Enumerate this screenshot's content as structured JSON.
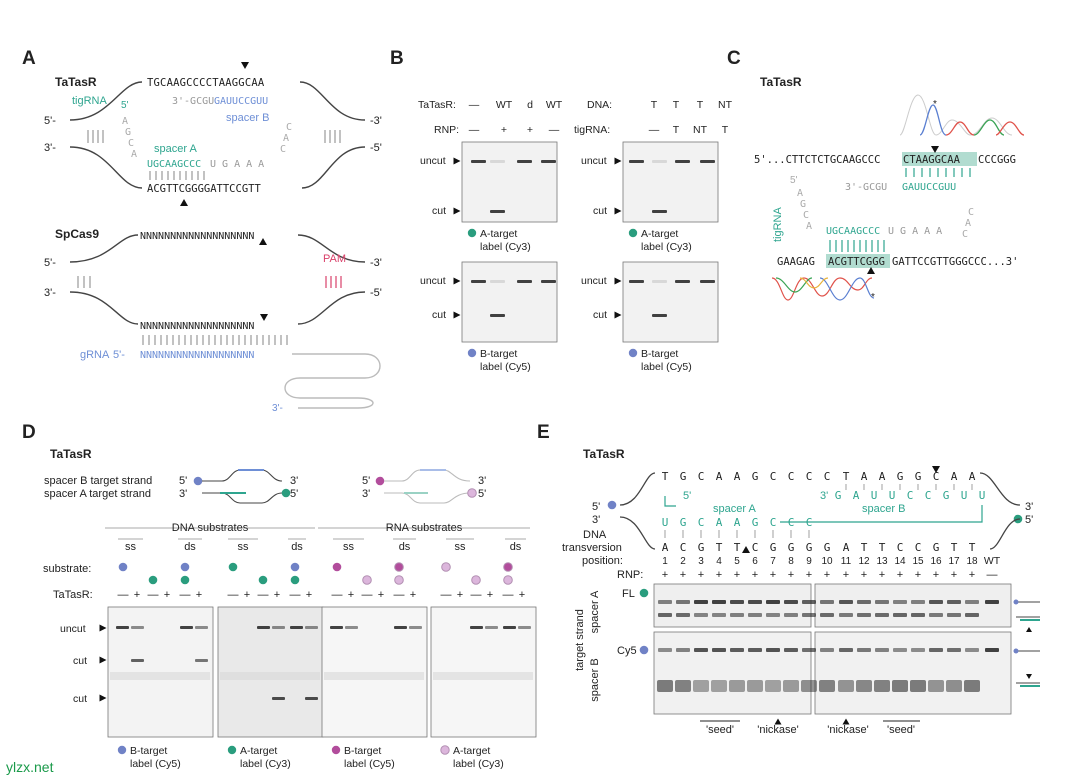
{
  "panels": {
    "A": "A",
    "B": "B",
    "C": "C",
    "D": "D",
    "E": "E"
  },
  "colors": {
    "teal": "#2ea58f",
    "blue": "#6e8fd6",
    "pam": "#d9416a",
    "gray": "#9a9a9a",
    "purple": "#b24d9c",
    "lightpurple": "#dcb6dc",
    "cy5dot": "#7082c6",
    "cy3dot": "#2a9d7e",
    "gel": "#f2f2f2"
  },
  "A": {
    "tatasr_title": "TaTasR",
    "tigrna": "tigRNA",
    "five_prime_small": "5'",
    "top_seq": "TGCAAGCCCCTAAGGCAA",
    "spacerB_gray": "3'-GCGU",
    "spacerB_blue": "GAUUCCGUU",
    "spacerB_label": "spacer B",
    "left5": "5'-",
    "left3": "3'-",
    "right3": "-3'",
    "right5": "-5'",
    "loop_left": [
      "A",
      "G",
      "C",
      "A"
    ],
    "loop_right": [
      "C",
      "A",
      "C"
    ],
    "spacerA_label": "spacer A",
    "spacerA_teal": "UGCAAGCCC",
    "spacerA_gray": "U G A A A",
    "bottom_seq": "ACGTTCGGGGATTCCGTT",
    "spcas9_title": "SpCas9",
    "n_top": "NNNNNNNNNNNNNNNNNNN",
    "pam": "PAM",
    "n_bottom": "NNNNNNNNNNNNNNNNNNN",
    "grna": "gRNA",
    "grna5": "5'-",
    "n_grna": "NNNNNNNNNNNNNNNNNNN",
    "three_prime": "3'-"
  },
  "B": {
    "tatasr_label": "TaTasR:",
    "tatasr_vals": [
      "—",
      "WT",
      "d",
      "WT"
    ],
    "rnp_label": "RNP:",
    "rnp_vals": [
      "—",
      "+",
      "+",
      "—"
    ],
    "dna_label": "DNA:",
    "dna_vals": [
      "T",
      "T",
      "T",
      "NT"
    ],
    "tig_label": "tigRNA:",
    "tig_vals": [
      "—",
      "T",
      "NT",
      "T"
    ],
    "uncut": "uncut",
    "cut": "cut",
    "captions": [
      {
        "l1": "A-target",
        "l2": "label (Cy3)"
      },
      {
        "l1": "A-target",
        "l2": "label (Cy3)"
      },
      {
        "l1": "B-target",
        "l2": "label (Cy5)"
      },
      {
        "l1": "B-target",
        "l2": "label (Cy5)"
      }
    ]
  },
  "C": {
    "title": "TaTasR",
    "top_line": "5'...CTTCTCTGCAAGCCCCTAAGGCAACCCGGG",
    "top_prefix": "5'...CTTCTCTGCAAGCCC",
    "top_hl": "CTAAGGCAA",
    "top_suffix": "CCCGGG",
    "spB_gray": "3'-GCGU",
    "spB_teal": "GAUUCCGUU",
    "five": "5'",
    "loop_left": [
      "A",
      "G",
      "C",
      "A"
    ],
    "loop_right": [
      "C",
      "A",
      "C"
    ],
    "tigrna": "tigRNA",
    "spA_teal": "UGCAAGCCC",
    "spA_gray": "U G A A A",
    "bot_prefix": "GAAGAG",
    "bot_hl": "ACGTTCGGG",
    "bot_suffix": "GATTCCGTTGGGCCC...3'",
    "star": "*"
  },
  "D": {
    "title": "TaTasR",
    "lab_b": "spacer B target strand",
    "lab_a": "spacer A target strand",
    "five": "5'",
    "three": "3'",
    "dna": "DNA substrates",
    "rna": "RNA substrates",
    "ss": "ss",
    "ds": "ds",
    "substrate": "substrate:",
    "tatasr": "TaTasR:",
    "pm": [
      "—",
      "+",
      "—",
      "+",
      "—",
      "+"
    ],
    "uncut": "uncut",
    "cut": "cut",
    "captions": [
      {
        "l1": "B-target",
        "l2": "label (Cy5)"
      },
      {
        "l1": "A-target",
        "l2": "label (Cy3)"
      },
      {
        "l1": "B-target",
        "l2": "label (Cy5)"
      },
      {
        "l1": "A-target",
        "l2": "label (Cy3)"
      }
    ]
  },
  "E": {
    "title": "TaTasR",
    "top_seq": [
      "T",
      "G",
      "C",
      "A",
      "A",
      "G",
      "C",
      "C",
      "C",
      "C",
      "T",
      "A",
      "A",
      "G",
      "G",
      "C",
      "A",
      "A"
    ],
    "five": "5'",
    "three": "3'",
    "spA_label": "spacer A",
    "spB_label": "spacer B",
    "spA_seq": [
      "U",
      "G",
      "C",
      "A",
      "A",
      "G",
      "C",
      "C",
      "C"
    ],
    "spB_seq": [
      "G",
      "A",
      "U",
      "U",
      "C",
      "C",
      "G",
      "U",
      "U"
    ],
    "dna_lbl": "DNA",
    "transv": "transversion",
    "position": "position:",
    "bases": [
      "A",
      "C",
      "G",
      "T",
      "T",
      "C",
      "G",
      "G",
      "G",
      "G",
      "A",
      "T",
      "T",
      "C",
      "C",
      "G",
      "T",
      "T"
    ],
    "positions": [
      "1",
      "2",
      "3",
      "4",
      "5",
      "6",
      "7",
      "8",
      "9",
      "10",
      "11",
      "12",
      "13",
      "14",
      "15",
      "16",
      "17",
      "18"
    ],
    "wt": "WT",
    "rnp": "RNP:",
    "fl": "FL",
    "cy5": "Cy5",
    "target_strand": "target strand",
    "spacerA_side": "spacer A",
    "spacerB_side": "spacer B",
    "seed": "'seed'",
    "nickase": "'nickase'"
  },
  "watermark": "ylzx.net"
}
